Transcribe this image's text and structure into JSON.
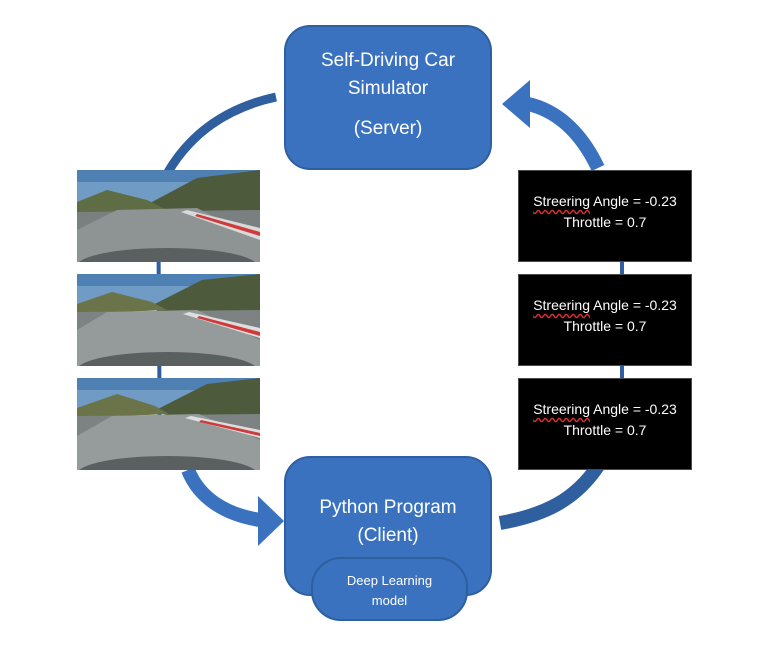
{
  "server": {
    "line1": "Self-Driving Car",
    "line2": "Simulator",
    "line3": "(Server)"
  },
  "client": {
    "line1": "Python Program",
    "line2": "(Client)"
  },
  "model": {
    "line1": "Deep Learning",
    "line2": "model"
  },
  "commands": [
    {
      "word": "Streering",
      "rest": " Angle = -0.23",
      "throttle": "Throttle = 0.7"
    },
    {
      "word": "Streering",
      "rest": " Angle = -0.23",
      "throttle": "Throttle = 0.7"
    },
    {
      "word": "Streering",
      "rest": " Angle = -0.23",
      "throttle": "Throttle = 0.7"
    }
  ],
  "frames": [
    {
      "icon": "road-camera-image"
    },
    {
      "icon": "road-camera-image"
    },
    {
      "icon": "road-camera-image"
    }
  ],
  "colors": {
    "box_fill": "#3a72c0",
    "arrow": "#2f5f9f",
    "command_bg": "#000000",
    "text": "#ffffff"
  }
}
